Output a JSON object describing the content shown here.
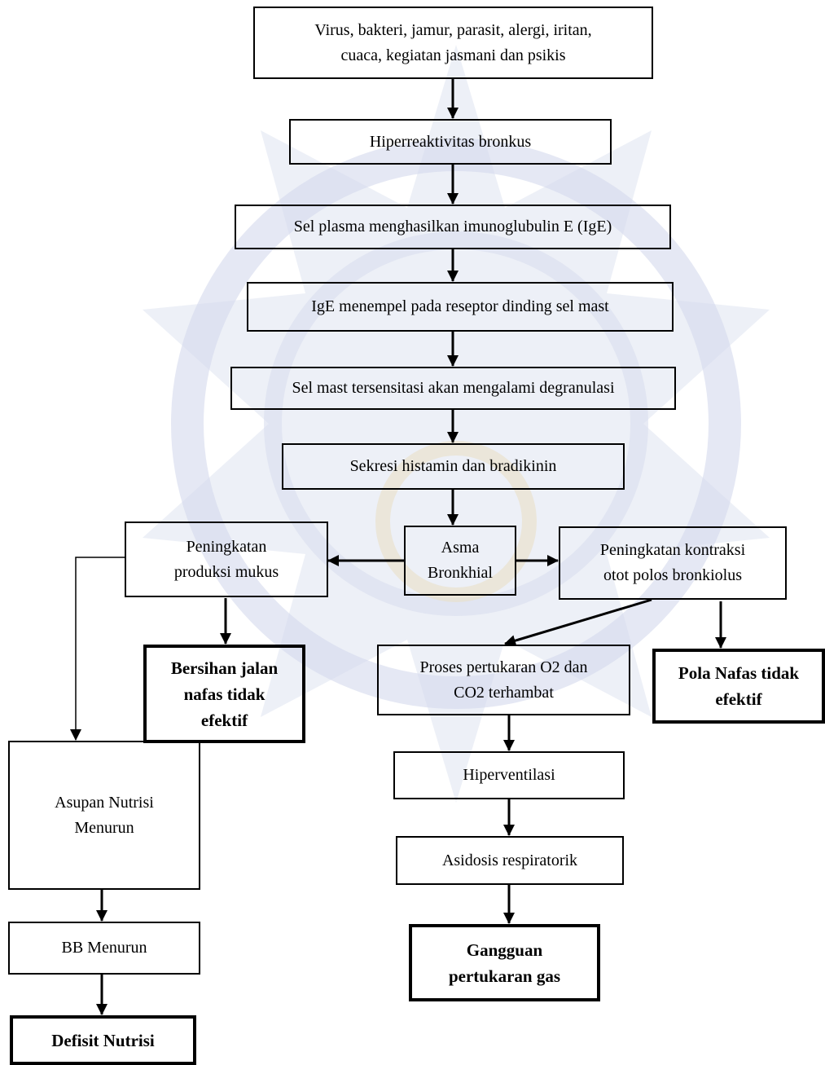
{
  "nodes": {
    "n1": "Virus, bakteri, jamur, parasit, alergi, iritan,\ncuaca, kegiatan jasmani dan psikis",
    "n2": "Hiperreaktivitas bronkus",
    "n3": "Sel plasma menghasilkan imunoglubulin E (IgE)",
    "n4": "IgE menempel pada reseptor dinding sel mast",
    "n5": "Sel mast tersensitasi akan mengalami degranulasi",
    "n6": "Sekresi histamin dan bradikinin",
    "n7": "Asma\nBronkhial",
    "n8": "Peningkatan\nproduksi mukus",
    "n9": "Peningkatan kontraksi\notot polos bronkiolus",
    "n10": "Bersihan jalan\nnafas tidak\nefektif",
    "n11": "Proses pertukaran O2 dan\nCO2 terhambat",
    "n12": "Pola Nafas tidak\nefektif",
    "n13": "Hiperventilasi",
    "n14": "Asidosis respiratorik",
    "n15": "Gangguan\npertukaran gas",
    "n16": "Asupan Nutrisi\nMenurun",
    "n17": "BB Menurun",
    "n18": "Defisit Nutrisi"
  },
  "colors": {
    "line": "#000000",
    "watermark": "#c4cbe3",
    "watermark_accent": "#e9dcc0"
  }
}
